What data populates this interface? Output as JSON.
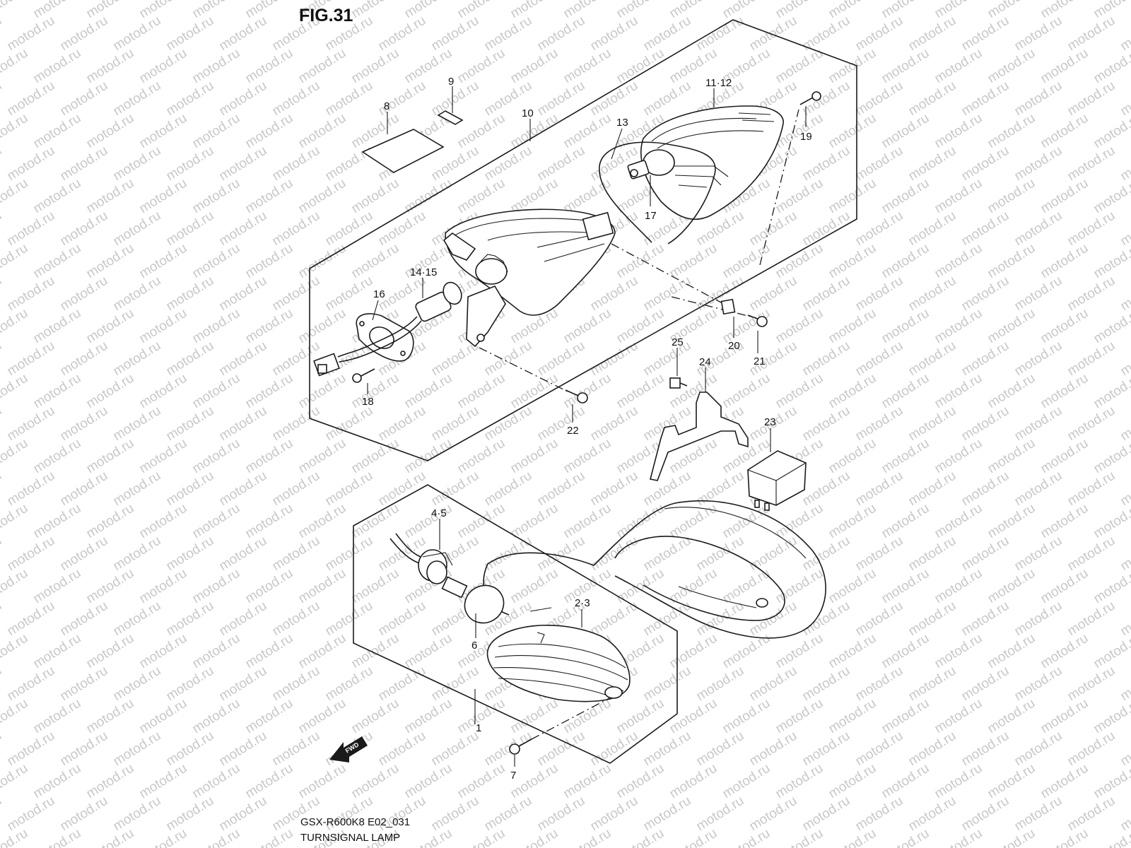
{
  "figure": {
    "title": "FIG.31"
  },
  "watermark": "motod.ru",
  "footer": {
    "model_code": "GSX-R600K8 E02_031",
    "section_name": "TURNSIGNAL LAMP"
  },
  "fwd_label": "FWD",
  "callouts": {
    "c1": "1",
    "c2_3": "2·3",
    "c4_5": "4·5",
    "c6": "6",
    "c7": "7",
    "c8": "8",
    "c9": "9",
    "c10": "10",
    "c11_12": "11·12",
    "c13": "13",
    "c14_15": "14·15",
    "c16": "16",
    "c17": "17",
    "c18": "18",
    "c19": "19",
    "c20": "20",
    "c21": "21",
    "c22": "22",
    "c23": "23",
    "c24": "24",
    "c25": "25"
  }
}
